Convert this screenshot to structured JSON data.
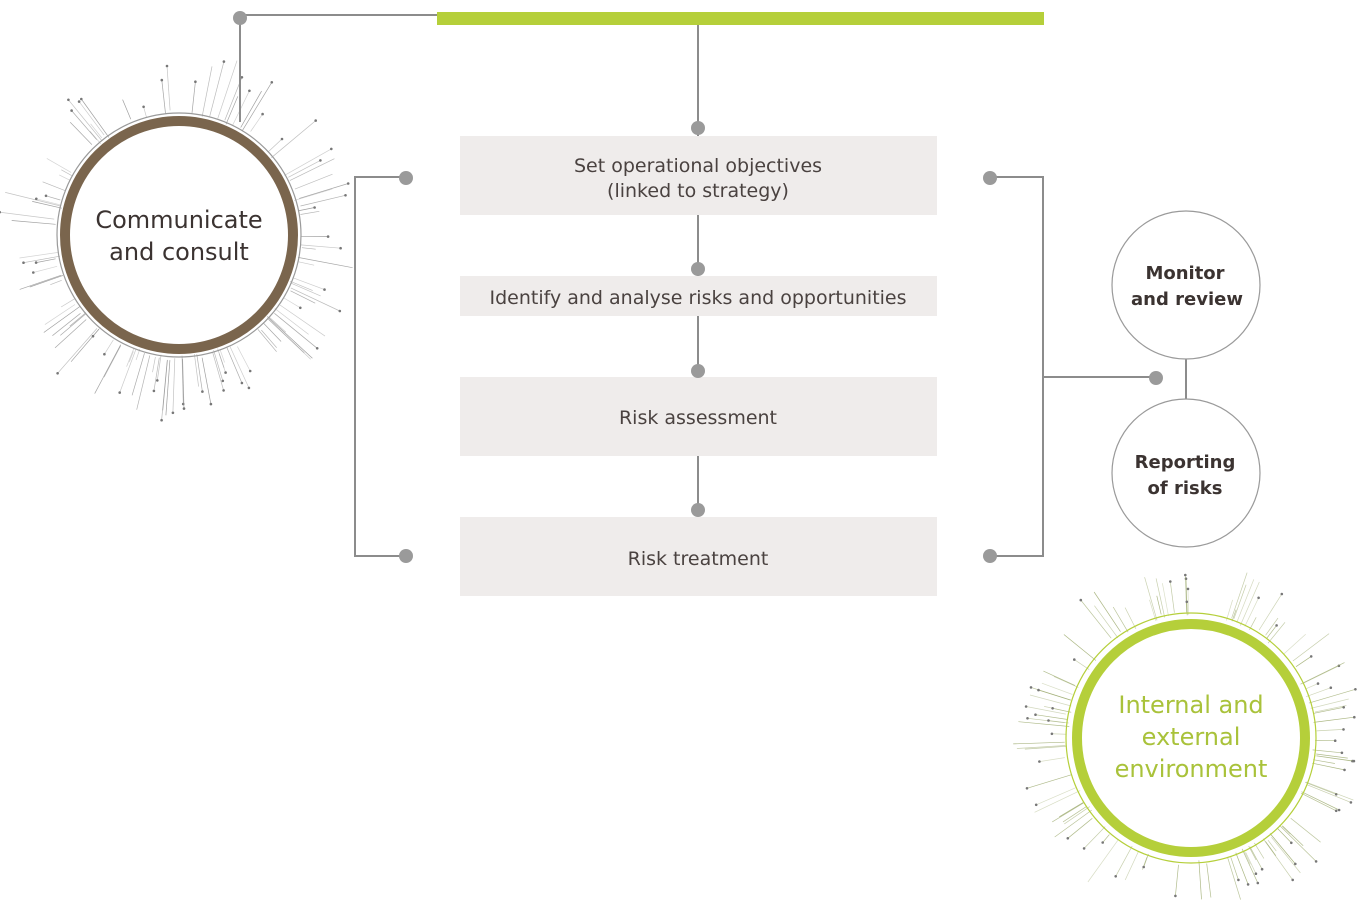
{
  "colors": {
    "accent_green": "#b5cf3a",
    "brand_brown": "#7a654d",
    "box_fill": "#efeceb",
    "line": "#8c8c8c",
    "dot": "#9a9a9a",
    "text": "#4a4240"
  },
  "process_steps": [
    {
      "lines": [
        "Set operational objectives",
        "(linked to strategy)"
      ]
    },
    {
      "lines": [
        "Identify and analyse risks and opportunities"
      ]
    },
    {
      "lines": [
        "Risk assessment"
      ]
    },
    {
      "lines": [
        "Risk treatment"
      ]
    }
  ],
  "communicate": {
    "lines": [
      "Communicate",
      "and consult"
    ]
  },
  "monitor": {
    "lines": [
      "Monitor",
      "and review"
    ]
  },
  "reporting": {
    "lines": [
      "Reporting",
      "of risks"
    ]
  },
  "environment": {
    "lines": [
      "Internal and",
      "external",
      "environment"
    ]
  }
}
